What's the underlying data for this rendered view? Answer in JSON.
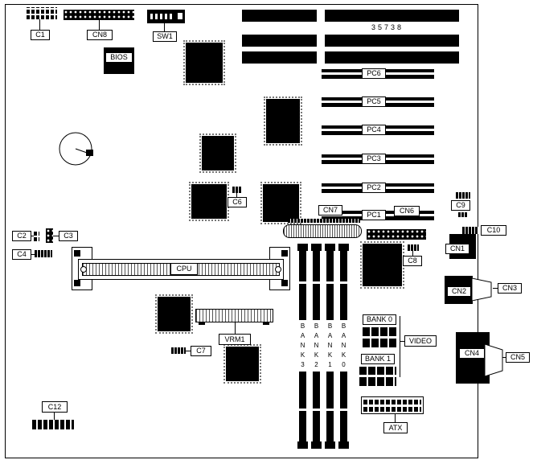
{
  "board": {
    "number": "35738"
  },
  "labels": {
    "c1": "C1",
    "cn8": "CN8",
    "sw1": "SW1",
    "bios": "BIOS",
    "pc6": "PC6",
    "pc5": "PC5",
    "pc4": "PC4",
    "pc3": "PC3",
    "pc2": "PC2",
    "pc1": "PC1",
    "cn7": "CN7",
    "cn6": "CN6",
    "c9": "C9",
    "c10": "C10",
    "cn1": "CN1",
    "cn2": "CN2",
    "cn3": "CN3",
    "cn4": "CN4",
    "cn5": "CN5",
    "c2": "C2",
    "c3": "C3",
    "c4": "C4",
    "c6": "C6",
    "c7": "C7",
    "c8": "C8",
    "c12": "C12",
    "cpu": "CPU",
    "vrm1": "VRM1",
    "atx": "ATX",
    "video": "VIDEO",
    "video_bank0": "BANK 0",
    "video_bank1": "BANK 1",
    "dimm_bank3": "BANK3",
    "dimm_bank2": "BANK2",
    "dimm_bank1": "BANK1",
    "dimm_bank0": "BANK0"
  }
}
